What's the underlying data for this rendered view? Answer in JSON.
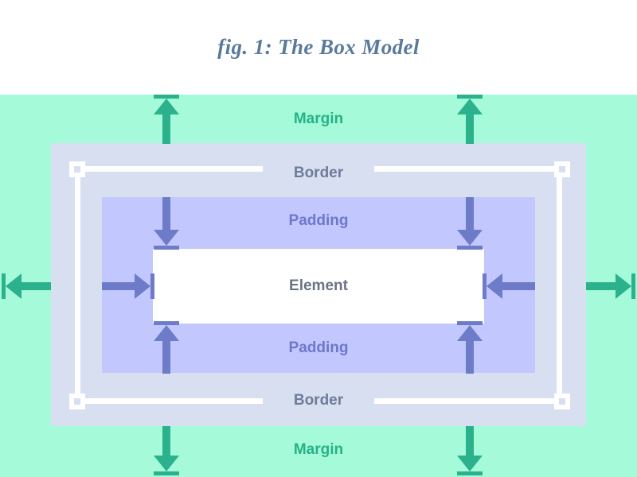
{
  "figure": {
    "caption": "fig. 1: The Box Model",
    "caption_color": "#5a7a9c"
  },
  "zones": {
    "margin": {
      "label_top": "Margin",
      "label_bottom": "Margin",
      "fill_color": "#a5fbd9",
      "text_color": "#27b187",
      "arrow_color": "#2bb18c"
    },
    "border": {
      "label_top": "Border",
      "label_bottom": "Border",
      "fill_color": "#d8dff0",
      "text_color": "#6d7d99",
      "rule_color": "#ffffff",
      "handle_color": "#ffffff"
    },
    "padding": {
      "label_top": "Padding",
      "label_bottom": "Padding",
      "fill_color": "#c2c8fd",
      "text_color": "#6e77cb",
      "arrow_color": "#6e7bc8"
    },
    "element": {
      "label": "Element",
      "fill_color": "#ffffff",
      "text_color": "#6a7486"
    }
  },
  "arrows": {
    "margin_top_left": "arrow-up-icon",
    "margin_top_right": "arrow-up-icon",
    "margin_bottom_left": "arrow-down-icon",
    "margin_bottom_right": "arrow-down-icon",
    "margin_left": "arrow-left-icon",
    "margin_right": "arrow-right-icon",
    "padding_top_left": "arrow-down-icon",
    "padding_top_right": "arrow-down-icon",
    "padding_bottom_left": "arrow-up-icon",
    "padding_bottom_right": "arrow-up-icon",
    "padding_left": "arrow-right-icon",
    "padding_right": "arrow-left-icon"
  },
  "handles": {
    "top_left": "resize-handle",
    "top_right": "resize-handle",
    "bottom_left": "resize-handle",
    "bottom_right": "resize-handle"
  }
}
